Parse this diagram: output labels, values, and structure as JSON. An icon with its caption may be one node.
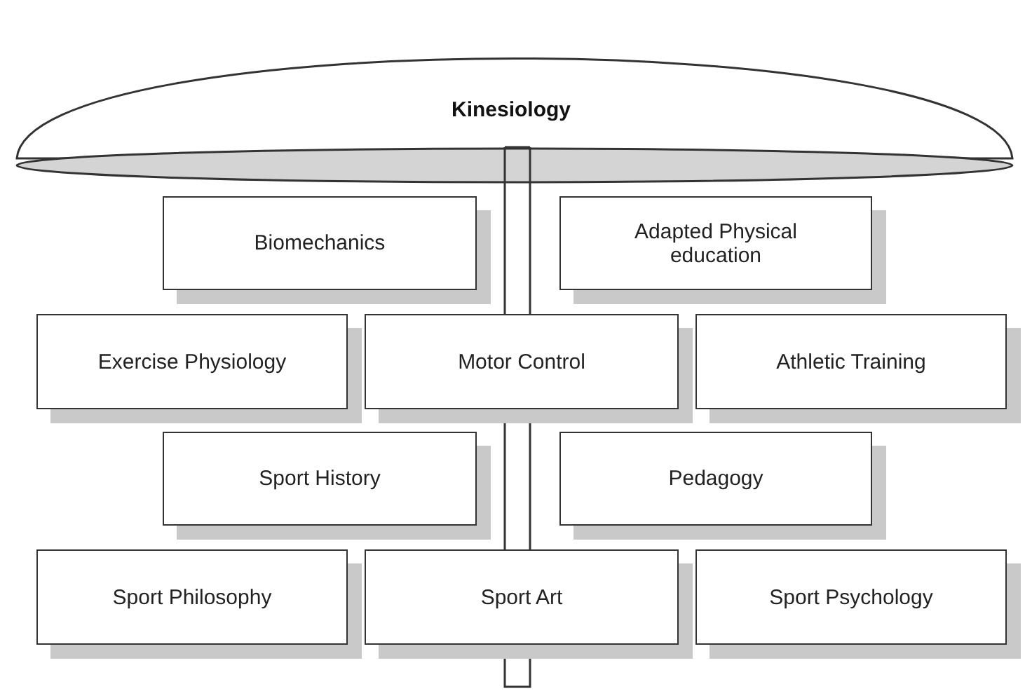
{
  "diagram": {
    "nodes": [
      {
        "text": [
          "Kinesiology"
        ]
      },
      {
        "text": [
          "Biomechanics"
        ]
      },
      {
        "text": [
          "Adapted Physical education"
        ]
      },
      {
        "text": [
          "Exercise Physiology"
        ]
      },
      {
        "text": [
          "Motor Control"
        ]
      },
      {
        "text": [
          "Athletic Training"
        ]
      },
      {
        "text": [
          "Sport History"
        ]
      },
      {
        "text": [
          "Pedagogy"
        ]
      },
      {
        "text": [
          "Sport Philosophy"
        ]
      },
      {
        "text": [
          "Sport Art"
        ]
      },
      {
        "text": [
          "Sport Psychology"
        ]
      },
      {
        "text": [],
        "shape": "bar"
      },
      {
        "text": [],
        "shape": "bar"
      },
      {
        "text": [],
        "shape": "bar"
      }
    ]
  }
}
